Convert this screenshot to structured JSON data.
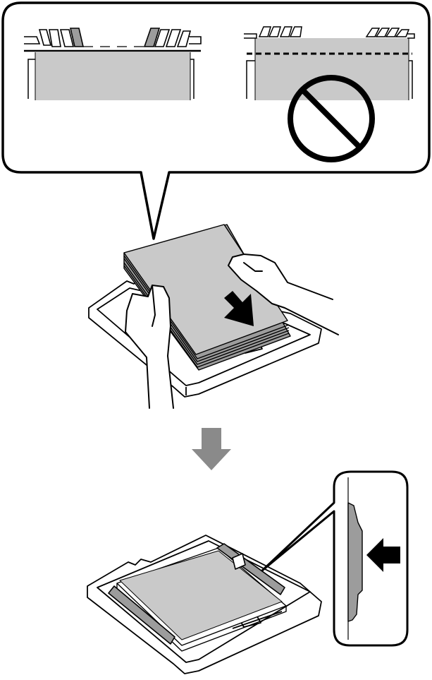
{
  "figure": {
    "callout_top": {
      "left_panel": "correct-loading",
      "right_panel": "incorrect-loading",
      "prohibited_symbol": "prohibited-icon"
    },
    "step1": {
      "action": "insert-paper-stack",
      "arrow": "arrow-down-right-icon"
    },
    "transition": {
      "arrow": "arrow-down-icon"
    },
    "step2": {
      "action": "slide-edge-guides",
      "detail_arrow": "arrow-left-icon"
    }
  },
  "colors": {
    "line": "#000000",
    "paper_fill": "#c9c9c9",
    "paper_dark": "#9c9c9c",
    "arrow_gray": "#8a8a8a",
    "background": "#ffffff"
  }
}
